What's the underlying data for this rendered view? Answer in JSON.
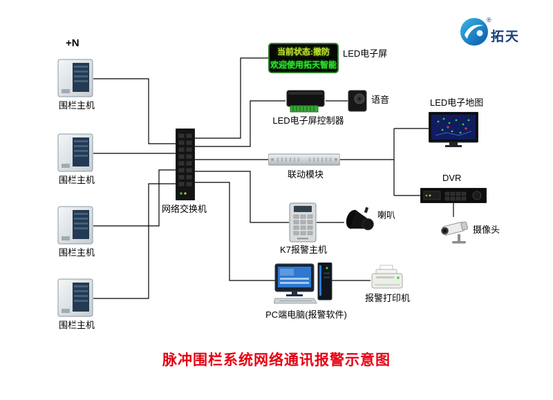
{
  "logo": {
    "brand": "拓天",
    "reg": "®"
  },
  "plus_n": "+N",
  "title": "脉冲围栏系统网络通讯报警示意图",
  "led_screen": {
    "line1": "当前状态:撤防",
    "line2": "欢迎使用拓天智能"
  },
  "nodes": {
    "fence1": {
      "label": "围栏主机"
    },
    "fence2": {
      "label": "围栏主机"
    },
    "fence3": {
      "label": "围栏主机"
    },
    "fence4": {
      "label": "围栏主机"
    },
    "switch": {
      "label": "网络交换机"
    },
    "led_screen": {
      "label": "LED电子屏"
    },
    "led_controller": {
      "label": "LED电子屏控制器"
    },
    "voice": {
      "label": "语音"
    },
    "linkage": {
      "label": "联动模块"
    },
    "led_map": {
      "label": "LED电子地图"
    },
    "dvr": {
      "label": "DVR"
    },
    "camera": {
      "label": "摄像头"
    },
    "k7": {
      "label": "K7报警主机"
    },
    "horn": {
      "label": "喇叭"
    },
    "pc": {
      "label": "PC端电脑(报警软件)"
    },
    "printer": {
      "label": "报警打印机"
    }
  },
  "colors": {
    "title_red": "#e60012",
    "led_green": "#2ee42e",
    "led_yellow_green": "#b8e02e",
    "logo_blue": "#16407c",
    "screen_blue": "#2f78d0"
  }
}
